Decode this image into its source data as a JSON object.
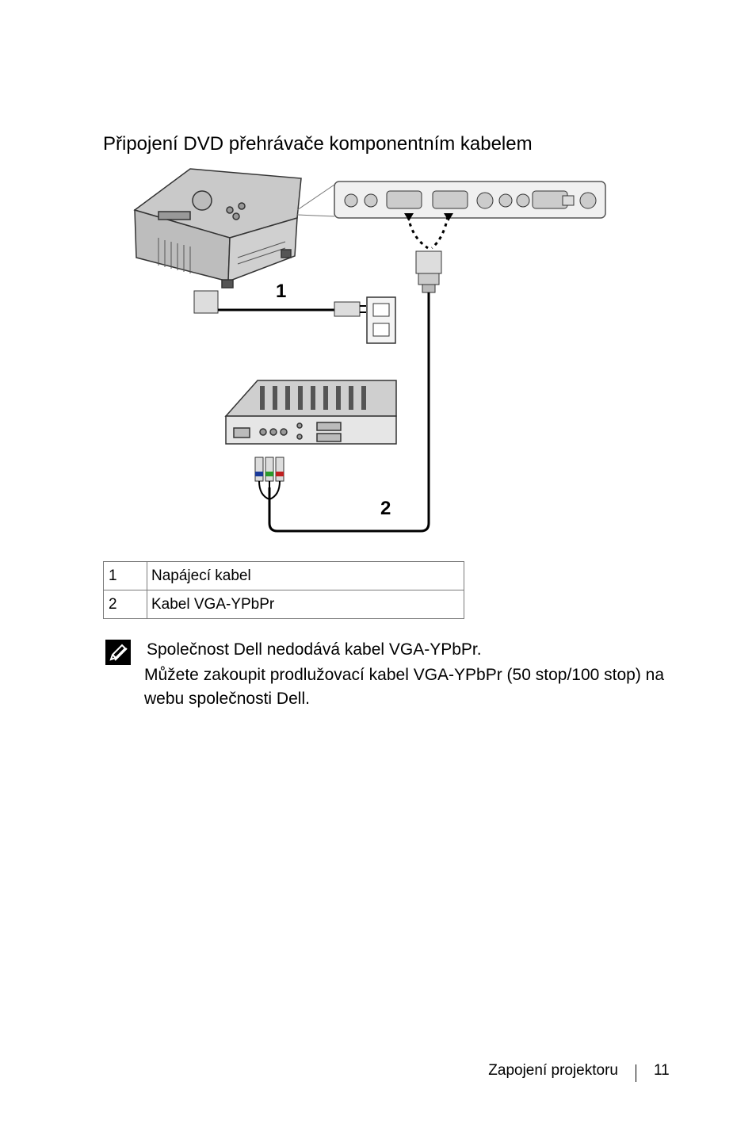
{
  "page": {
    "title": "Připojení DVD přehrávače komponentním kabelem"
  },
  "diagram": {
    "callout_1": "1",
    "callout_2": "2"
  },
  "legend": {
    "rows": [
      {
        "num": "1",
        "label": "Napájecí kabel"
      },
      {
        "num": "2",
        "label": "Kabel VGA-YPbPr"
      }
    ]
  },
  "note": {
    "icon": "pencil-note-icon",
    "line1": "Společnost Dell nedodává kabel VGA-YPbPr.",
    "line2": "Můžete zakoupit prodlužovací kabel VGA-YPbPr (50 stop/100 stop) na webu společnosti Dell."
  },
  "footer": {
    "section": "Zapojení projektoru",
    "page_number": "11"
  }
}
